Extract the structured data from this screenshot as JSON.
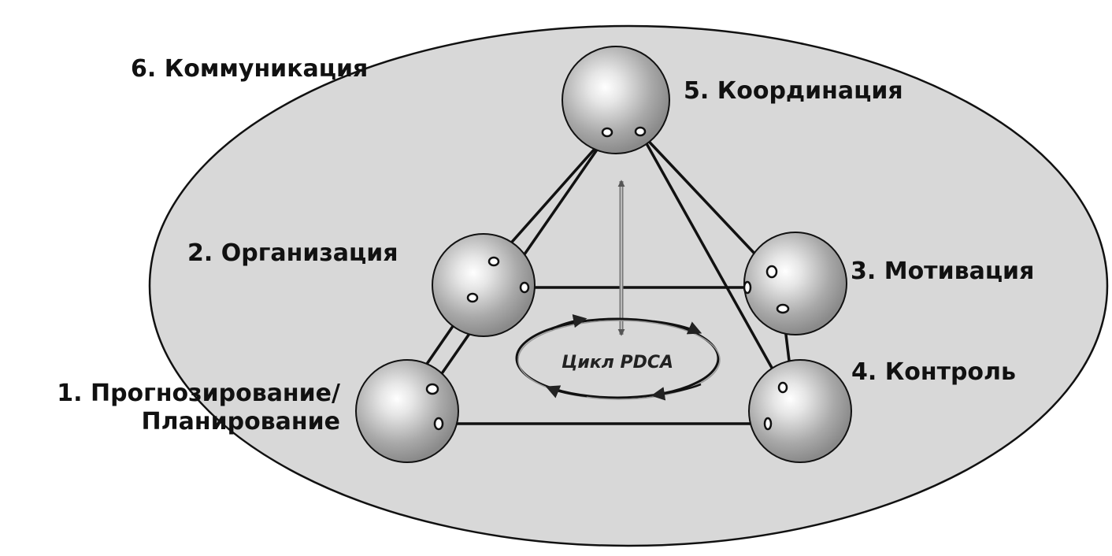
{
  "labels": {
    "communication": "6. Коммуникация",
    "coordination": "5. Координация",
    "organization": "2. Организация",
    "motivation": "3. Мотивация",
    "control": "4. Контроль",
    "planning_line1": "1. Прогнозирование/",
    "planning_line2": "Планирование"
  },
  "center_label": "Цикл PDCA",
  "colors": {
    "ellipse_fill": "#d8d8d8",
    "sphere_base": "#9e9e9e",
    "sphere_highlight": "#ffffff",
    "line": "#111111"
  }
}
